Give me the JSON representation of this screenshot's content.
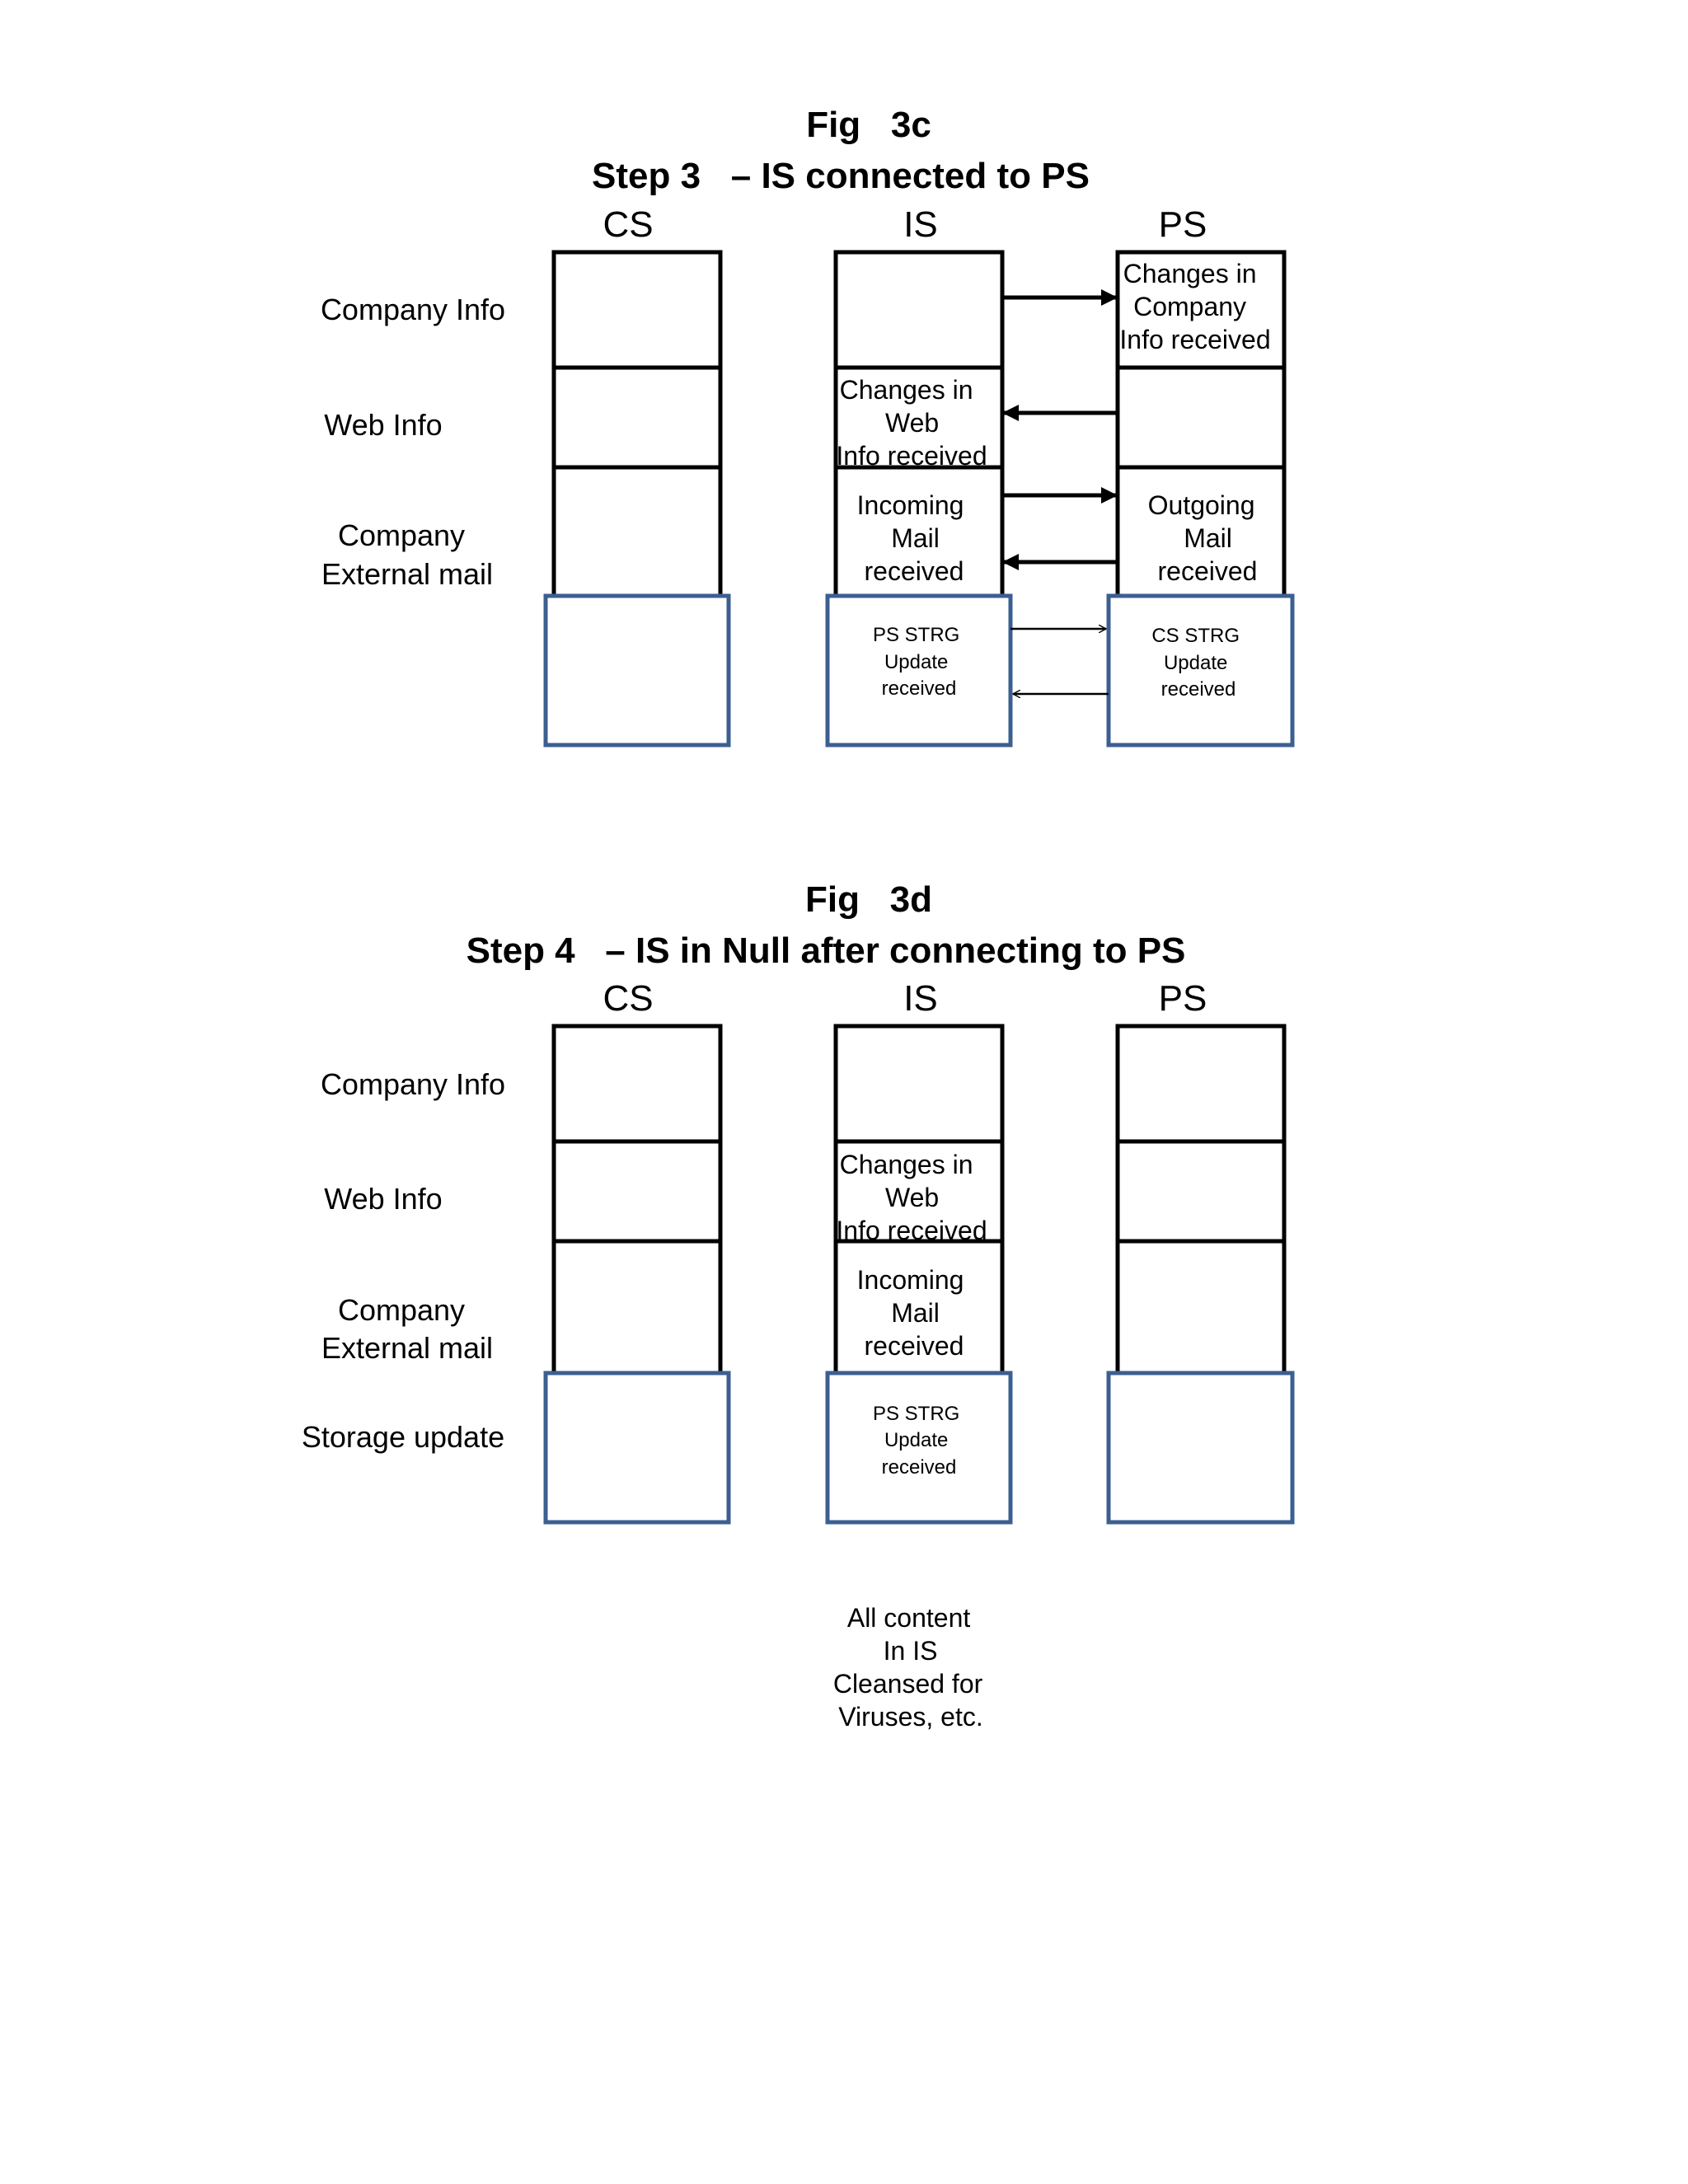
{
  "fig3c": {
    "title": "Fig   3c",
    "subtitle": "Step 3   – IS connected to PS",
    "columns": {
      "cs": "CS",
      "is": "IS",
      "ps": "PS"
    },
    "row_labels": {
      "company_info": "Company Info",
      "web_info": "Web Info",
      "company_external_mail": [
        "Company",
        "External mail"
      ]
    },
    "cells": {
      "ps_company_info": [
        "Changes in",
        "Company",
        "Info received"
      ],
      "is_web_info": [
        "Changes in",
        "Web",
        "Info received"
      ],
      "is_mail": [
        "Incoming",
        "Mail",
        "received"
      ],
      "ps_mail": [
        "Outgoing",
        "Mail",
        "received"
      ],
      "is_storage": [
        "PS STRG",
        "Update",
        "received"
      ],
      "ps_storage": [
        "CS STRG",
        "Update",
        "received"
      ]
    }
  },
  "fig3d": {
    "title": "Fig   3d",
    "subtitle": "Step 4   – IS in Null after connecting to PS",
    "columns": {
      "cs": "CS",
      "is": "IS",
      "ps": "PS"
    },
    "row_labels": {
      "company_info": "Company Info",
      "web_info": "Web Info",
      "company_external_mail": [
        "Company",
        "External mail"
      ],
      "storage_update": "Storage update"
    },
    "cells": {
      "is_web_info": [
        "Changes in",
        "Web",
        "Info received"
      ],
      "is_mail": [
        "Incoming",
        "Mail",
        "received"
      ],
      "is_storage": [
        "PS STRG",
        "Update",
        "received"
      ]
    }
  },
  "note": [
    "All content",
    "In IS",
    "Cleansed for",
    "Viruses, etc."
  ],
  "colors": {
    "box_outline": "#000000",
    "storage_outline": "#3c5f91"
  }
}
